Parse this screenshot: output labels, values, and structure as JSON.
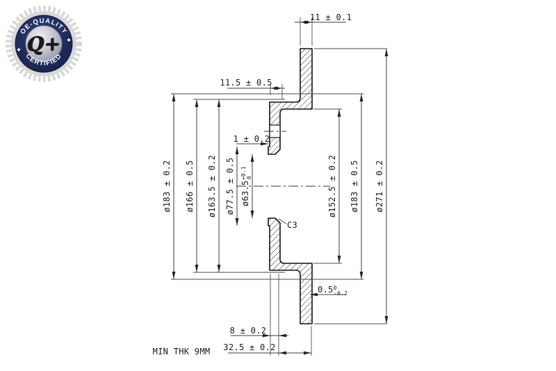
{
  "badge": {
    "top_text": "OE-QUALITY",
    "bottom_text": "CERTIFIED",
    "center_text": "Q+",
    "navy_color": "#1e2c5e",
    "silver_color": "#c9cad4",
    "gear_gray": "#d8d8d8"
  },
  "drawing": {
    "note": "MIN THK 9MM",
    "chamfer_label": "C3",
    "line_color": "#1a1a1a",
    "dims": {
      "ring_thickness": "11 ± 0.1",
      "hat_depth": "11.5 ± 0.5",
      "step": "1 ± 0.2",
      "plate_thickness": "8 ± 0.2",
      "total_height": "32.5 ± 0.2",
      "edge": {
        "value": "0.5",
        "tol_upper": "0",
        "tol_lower": "-0.2"
      }
    },
    "left_diameters": [
      {
        "label": "ø183 ± 0.2"
      },
      {
        "label": "ø166 ± 0.5"
      },
      {
        "label": "ø163.5 ± 0.2"
      },
      {
        "label": "ø77.5 ± 0.5"
      },
      {
        "label": "ø63.5",
        "tol_upper": "+0.1",
        "tol_lower": "0"
      }
    ],
    "right_diameters": [
      {
        "label": "ø152.5 ± 0.2"
      },
      {
        "label": "ø183 ± 0.5"
      },
      {
        "label": "ø271 ± 0.2"
      }
    ]
  }
}
